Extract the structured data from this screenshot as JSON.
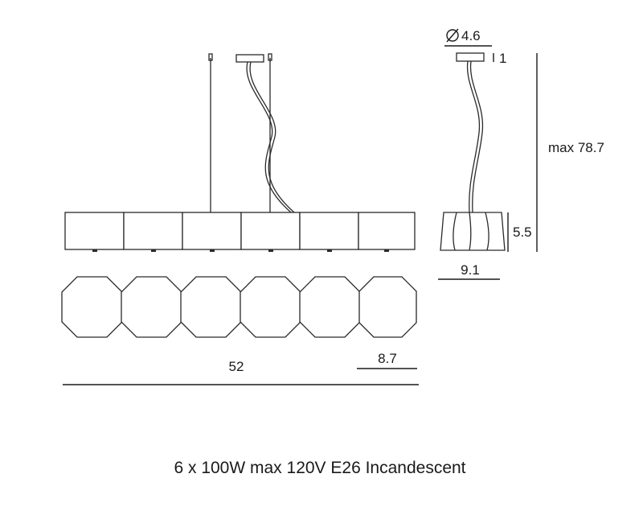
{
  "dimensions": {
    "canopy_diameter": "4.6",
    "canopy_height": "1",
    "overall_height": "max 78.7",
    "shade_height": "5.5",
    "shade_width": "9.1",
    "overall_length": "52",
    "shade_depth": "8.7"
  },
  "icons": {
    "diameter": "diameter-symbol-icon"
  },
  "caption": "6 x 100W max 120V E26 Incandescent",
  "colors": {
    "line": "#2a2a2a",
    "background": "#ffffff"
  }
}
